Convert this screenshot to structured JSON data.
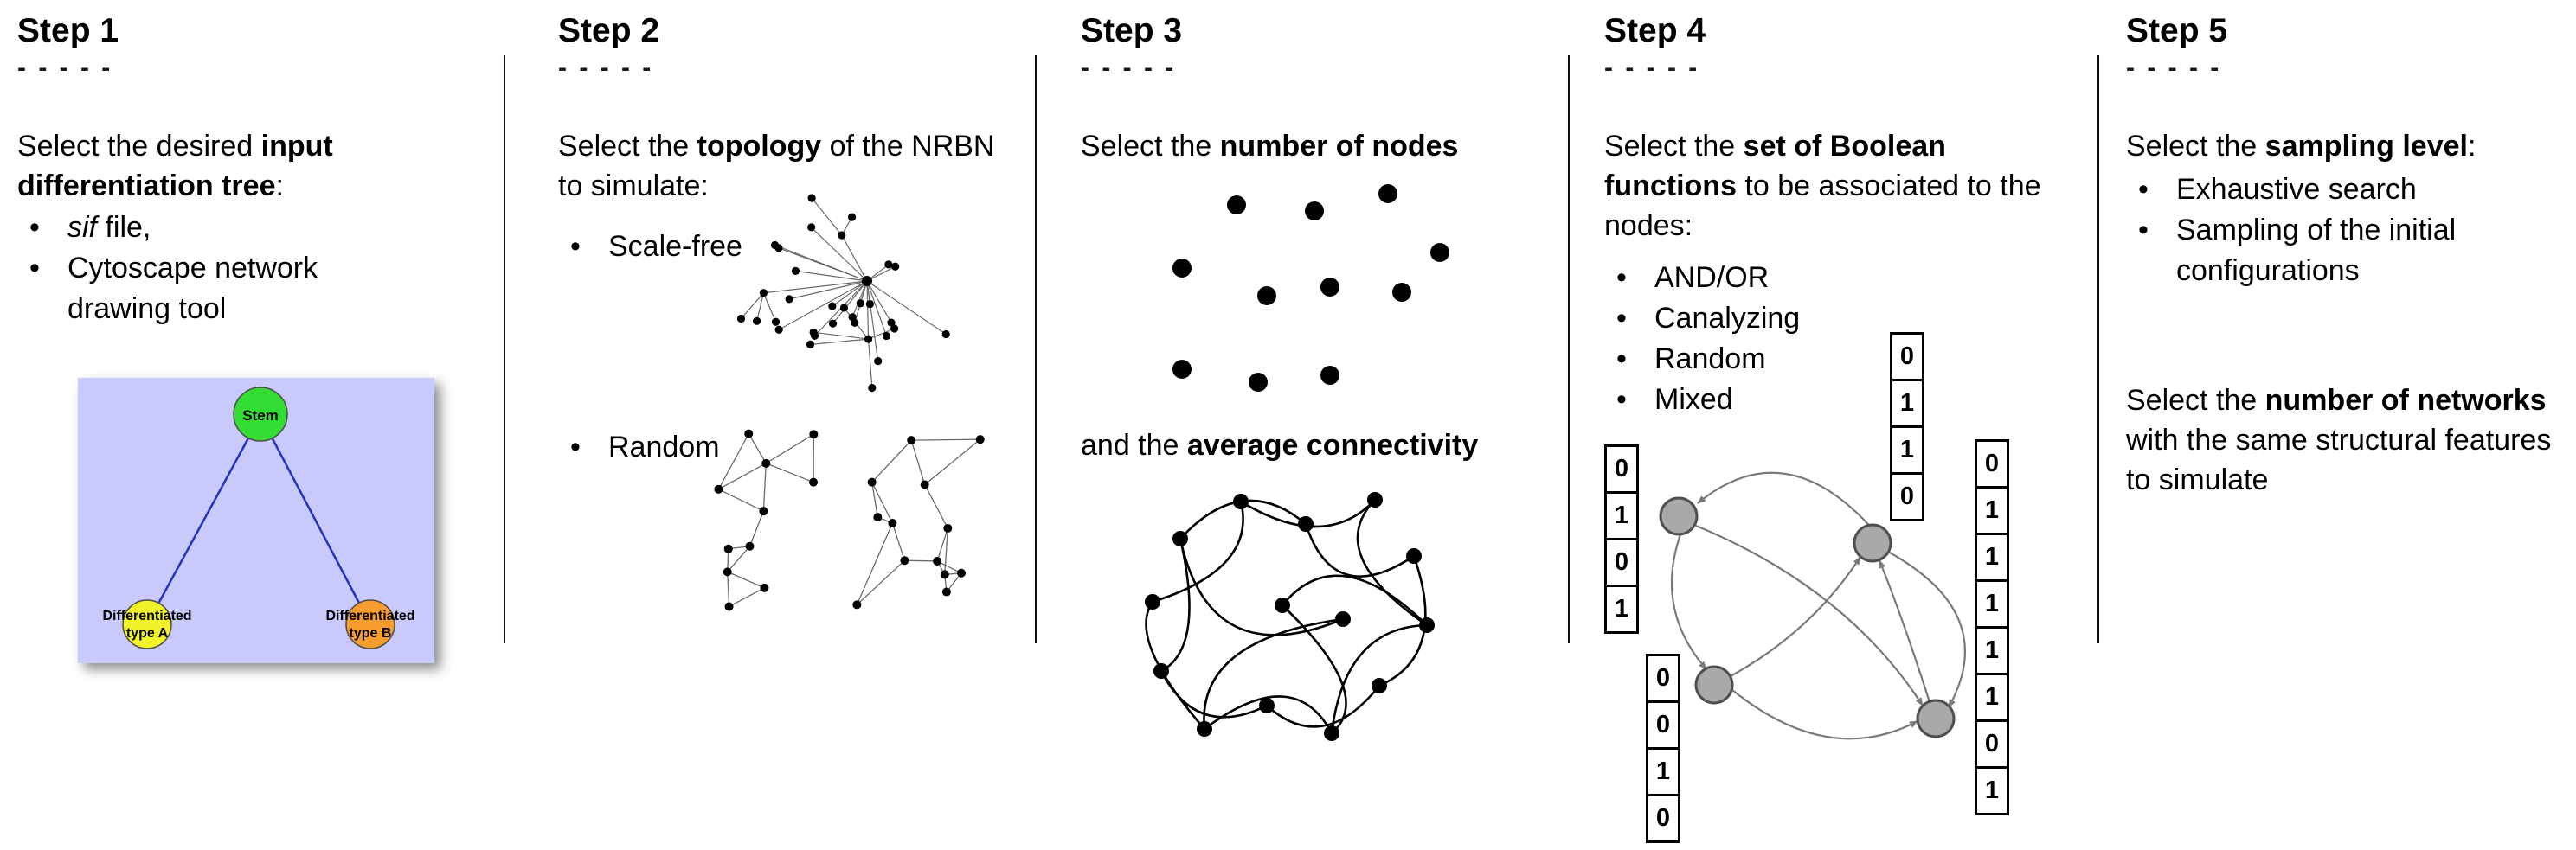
{
  "figure": {
    "background": "#ffffff",
    "divider_color": "#111111"
  },
  "steps": [
    {
      "title": "Step 1",
      "dashes": "- - - - -",
      "intro": {
        "pre": "Select the desired ",
        "bold": "input differentiation tree",
        "post": ":"
      },
      "bullets": [
        {
          "italic": "sif",
          "rest": " file,"
        },
        {
          "text": "Cytoscape network drawing tool"
        }
      ],
      "tree": {
        "stem_label": "Stem",
        "type_a": [
          "Differentiated",
          "type A"
        ],
        "type_b": [
          "Differentiated",
          "type B"
        ],
        "colors": {
          "background": "#c9c9fb",
          "stem": "#33dd33",
          "type_a": "#f2f22b",
          "type_b": "#f79d2f",
          "edge": "#2233bb"
        }
      }
    },
    {
      "title": "Step 2",
      "dashes": "- - - - -",
      "intro": {
        "pre": "Select the ",
        "bold": "topology",
        "post": " of the NRBN to simulate:"
      },
      "bullets": [
        {
          "text": "Scale-free"
        },
        {
          "text": "Random"
        }
      ]
    },
    {
      "title": "Step 3",
      "dashes": "- - - - -",
      "intro": {
        "pre": "Select the ",
        "bold": "number of nodes",
        "post": ""
      },
      "second": {
        "pre": "and the ",
        "bold": "average connectivity",
        "post": ""
      }
    },
    {
      "title": "Step 4",
      "dashes": "- - - - -",
      "intro": {
        "pre": "Select the ",
        "bold": "set of Boolean functions",
        "post": " to be associated to the nodes:"
      },
      "bullets": [
        {
          "text": "AND/OR"
        },
        {
          "text": "Canalyzing"
        },
        {
          "text": "Random"
        },
        {
          "text": "Mixed"
        }
      ],
      "truth_tables": {
        "left": [
          "0",
          "1",
          "0",
          "1"
        ],
        "top": [
          "0",
          "1",
          "1",
          "0"
        ],
        "right": [
          "0",
          "1",
          "1",
          "1",
          "1",
          "1",
          "0",
          "1"
        ],
        "bottom": [
          "0",
          "0",
          "1",
          "0"
        ]
      }
    },
    {
      "title": "Step 5",
      "dashes": "- - - - -",
      "intro": {
        "pre": "Select the ",
        "bold": "sampling level",
        "post": ":"
      },
      "bullets": [
        {
          "text": "Exhaustive search"
        },
        {
          "text": "Sampling of the initial configurations"
        }
      ],
      "second": {
        "pre": "Select the ",
        "bold": "number of networks",
        "post": " with the same structural features to simulate"
      }
    }
  ]
}
